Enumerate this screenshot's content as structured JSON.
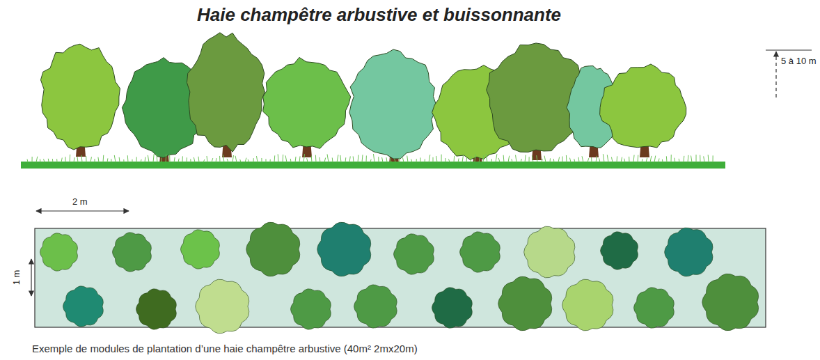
{
  "diagram": {
    "title": "Haie champêtre arbustive et buissonnante",
    "caption": "Exemple de modules de plantation d’une haie champêtre arbustive (40m² 2mx20m)",
    "labels": [
      "5 à 10 m",
      "2 m",
      "1 m"
    ]
  }
}
